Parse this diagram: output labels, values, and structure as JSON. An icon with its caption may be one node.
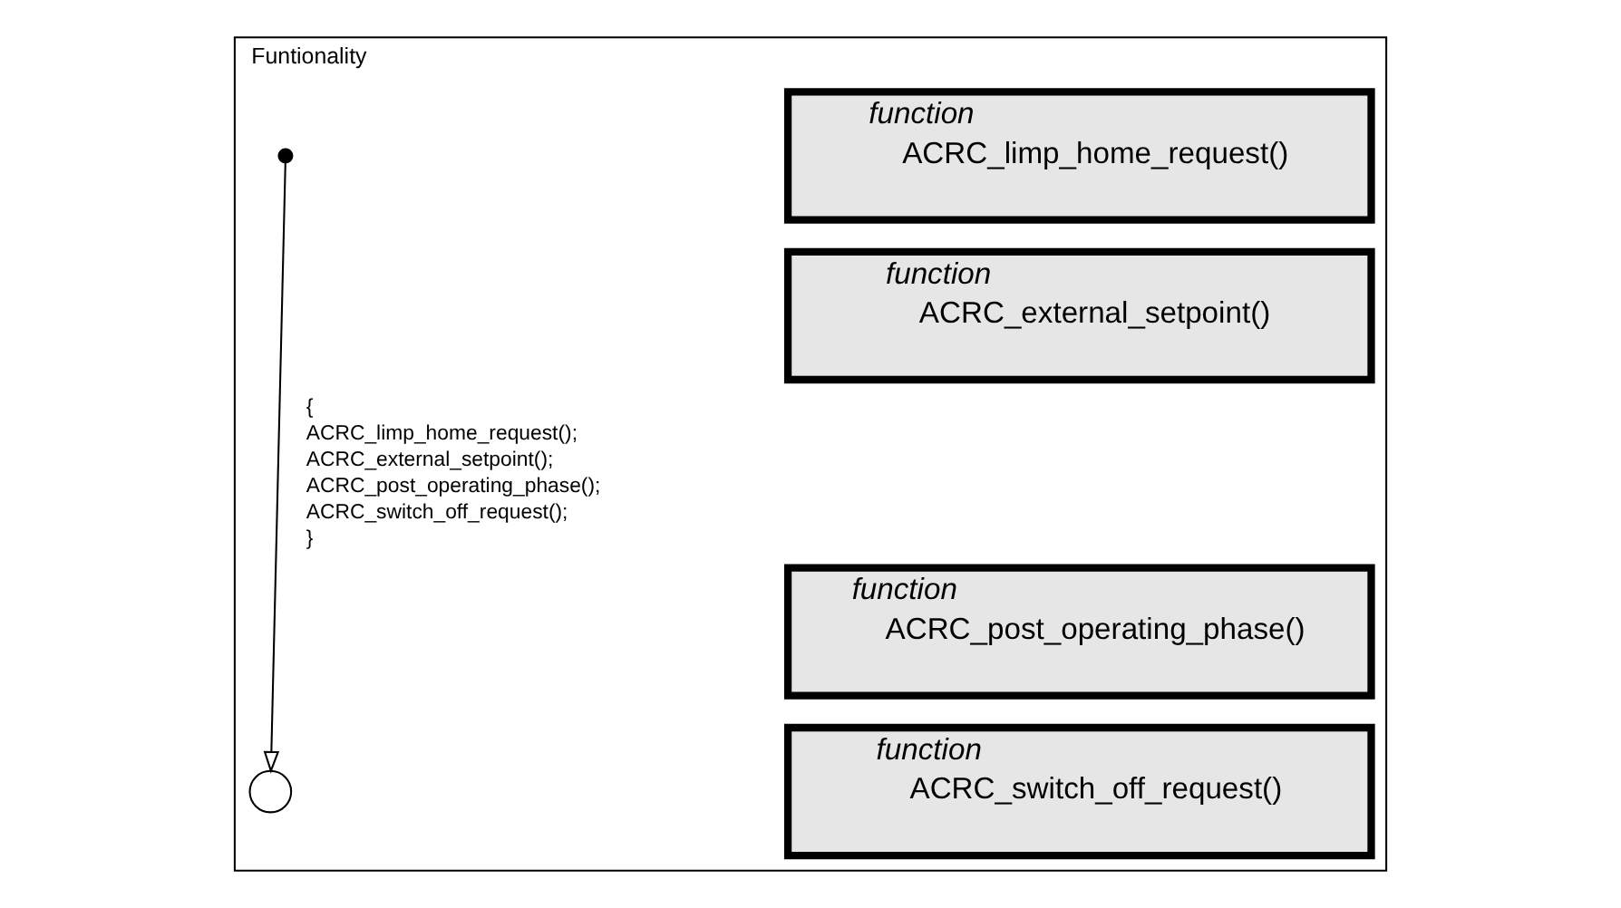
{
  "diagram": {
    "nodes": [
      {
        "text": [
          "Funtionality"
        ]
      },
      {
        "text": [],
        "shape": "dot",
        "in": 0
      },
      {
        "text": [],
        "shape": "circle",
        "in": 0
      },
      {
        "text": [
          "function",
          "ACRC_limp_home_request()"
        ],
        "in": 0
      },
      {
        "text": [
          "function",
          "ACRC_external_setpoint()"
        ],
        "in": 0
      },
      {
        "text": [
          "function",
          "ACRC_post_operating_phase()"
        ],
        "in": 0
      },
      {
        "text": [
          "function",
          "ACRC_switch_off_request()"
        ],
        "in": 0
      }
    ],
    "edges": [
      {
        "from": 1,
        "to": 2,
        "arrow": "to",
        "label": "{ ACRC_limp_home_request(); ACRC_external_setpoint(); ACRC_post_operating_phase(); ACRC_switch_off_request(); }"
      }
    ]
  }
}
